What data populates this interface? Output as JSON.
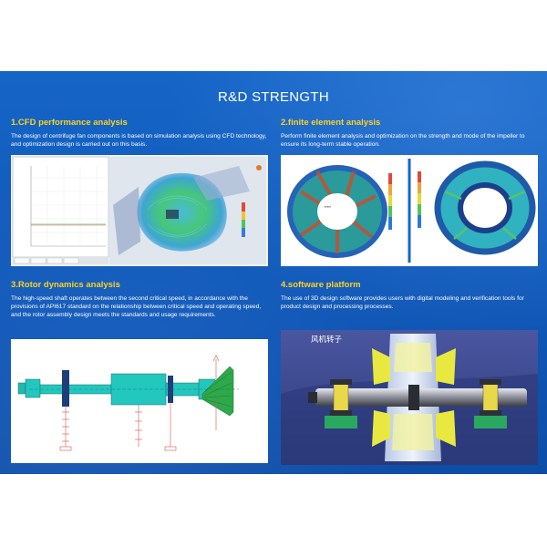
{
  "header": {
    "title": "R&D STRENGTH"
  },
  "sections": [
    {
      "title": "1.CFD performance analysis",
      "text": "The design of centrifuge fan components is based on simulation analysis using CFD technology, and optimization design is carried out on this basis."
    },
    {
      "title": "2.finite element analysis",
      "text": "Perform finite element analysis and optimization on the strength and mode of the impeller to ensure its long-term stable operation."
    },
    {
      "title": "3.Rotor dynamics analysis",
      "text": "The high-speed shaft operates between the second critical speed, in accordance with the provisions of API617 standard on the relationship between critical speed and operating speed, and the rotor assembly design meets the standards and usage requirements."
    },
    {
      "title": "4.software platform",
      "text": "The use of 3D design software provides users with digital modeling and verification tools for product design and processing processes."
    }
  ],
  "platform_caption": "风机转子",
  "colors": {
    "panel": "#1565c7",
    "heading": "#ffd21f",
    "text": "#ffffff"
  }
}
